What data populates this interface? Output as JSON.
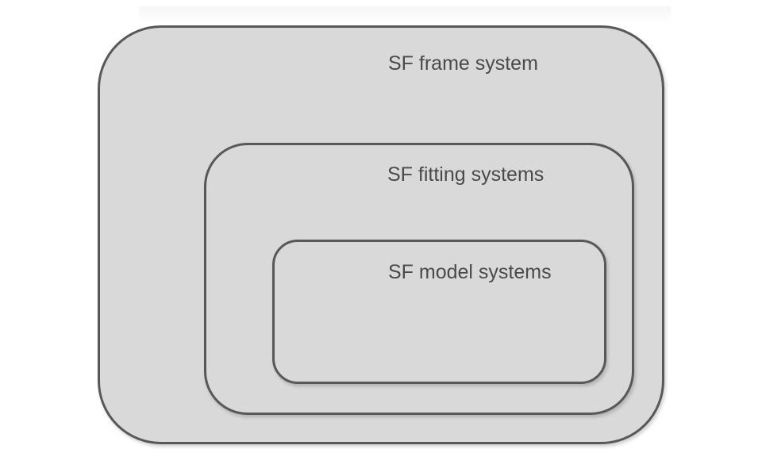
{
  "diagram": {
    "outer": {
      "label": "SF frame system"
    },
    "middle": {
      "label": "SF fitting systems"
    },
    "inner": {
      "label": "SF model systems"
    }
  },
  "colors": {
    "box_fill": "#d9d9d9",
    "box_border": "#585858",
    "text": "#4a4a4a"
  }
}
